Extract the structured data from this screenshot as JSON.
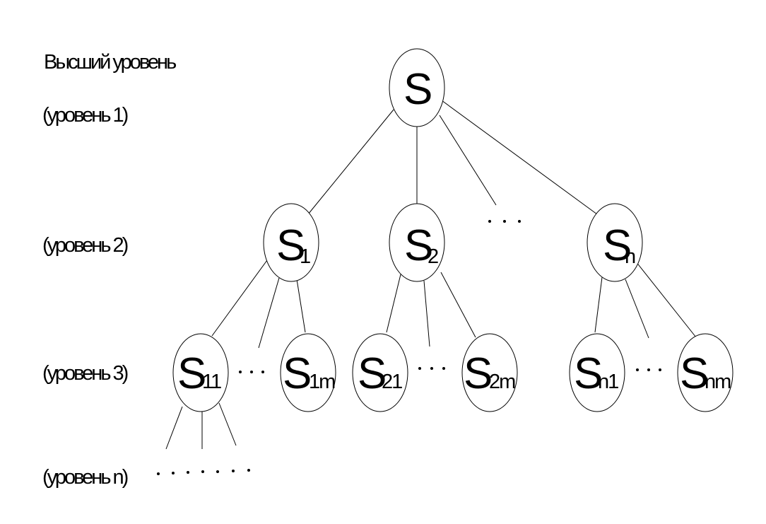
{
  "levels": {
    "top_title": "Высший уровень",
    "level1": "(уровень 1)",
    "level2": "(уровень 2)",
    "level3": "(уровень 3)",
    "leveln": "(уровень n)"
  },
  "nodes": {
    "root": {
      "letter": "S",
      "sub": ""
    },
    "s1": {
      "letter": "S",
      "sub": "1"
    },
    "s2": {
      "letter": "S",
      "sub": "2"
    },
    "sn": {
      "letter": "S",
      "sub": "n"
    },
    "s11": {
      "letter": "S",
      "sub": "11"
    },
    "s1m": {
      "letter": "S",
      "sub": "1m"
    },
    "s21": {
      "letter": "S",
      "sub": "21"
    },
    "s2m": {
      "letter": "S",
      "sub": "2m"
    },
    "sn1": {
      "letter": "S",
      "sub": "n1"
    },
    "snm": {
      "letter": "S",
      "sub": "nm"
    }
  },
  "colors": {
    "stroke": "#000000",
    "background": "#ffffff"
  }
}
